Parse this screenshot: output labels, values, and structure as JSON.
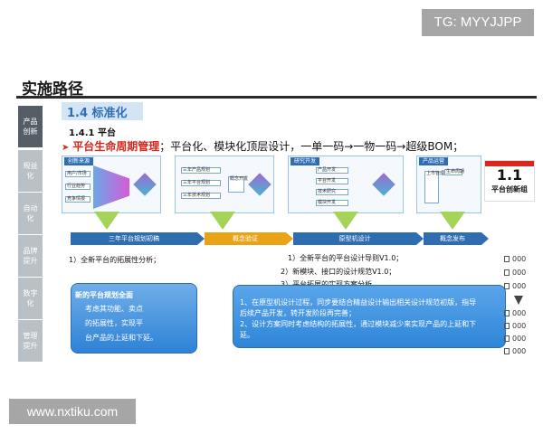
{
  "watermark": {
    "top": "TG: MYYJJPP",
    "bottom": "www.nxtiku.com"
  },
  "header": {
    "title": "实施路径"
  },
  "sidebar": {
    "items": [
      {
        "label": "产品创新",
        "active": true
      },
      {
        "label": "规益化",
        "active": false
      },
      {
        "label": "自动化",
        "active": false
      },
      {
        "label": "品牌提升",
        "active": false
      },
      {
        "label": "数字化",
        "active": false
      },
      {
        "label": "管理提升",
        "active": false
      }
    ]
  },
  "section": {
    "label": "1.4 标准化",
    "sub_label": "1.4.1 平台",
    "bullet_highlight": "平台生命周期管理",
    "bullet_text": "；平台化、模块化顶层设计，一单一码→一物一码→超级BOM；"
  },
  "stages": [
    {
      "title": "创新来源",
      "items": [
        "用户/市场",
        "行业趋势",
        "竞争情报"
      ]
    },
    {
      "title": "",
      "items": [
        "三年产品规划",
        "三年平台规划",
        "三年技术规划",
        "概念开发"
      ]
    },
    {
      "title": "研究开发",
      "items": [
        "产品开发",
        "平台开发",
        "技术研究",
        "模块开发"
      ]
    },
    {
      "title": "产品运营",
      "items": [
        "生命周期",
        "上市管理"
      ]
    }
  ],
  "badge": {
    "number": "1.1",
    "name": "平台创新组"
  },
  "phases": [
    {
      "label": "三年平台规划初稿",
      "color": "#2f6db1"
    },
    {
      "label": "概念验证",
      "color": "#e8a317"
    },
    {
      "label": "原型机设计",
      "color": "#2f6db1"
    },
    {
      "label": "概念发布",
      "color": "#2f6db1"
    }
  ],
  "left_notes": {
    "item1": "1）全新平台的拓展性分析；"
  },
  "card": {
    "title": "新的平台规划全面",
    "lines": [
      "考虑其功能、卖点",
      "的拓展性，实现平",
      "台产品的上延和下延。"
    ]
  },
  "mid_notes": {
    "item1": "1）全新平台的平台设计导则V1.0；",
    "item2": "2）新模块、接口的设计规范V1.0；",
    "item3": "3）平台拓展的实现方案分析。"
  },
  "desc_box": {
    "lines": [
      "1、在原型机设计过程，同步要结合精益设计输出相关设计规范初版，指导",
      "后续产品开发，转开发阶段再完善；",
      "2、设计方案同时考虑结构的拓展性，通过模块减少来实现产品的上延和下",
      "延。"
    ]
  },
  "codes": [
    "000",
    "000",
    "000",
    "000",
    "000",
    "000",
    "000"
  ]
}
